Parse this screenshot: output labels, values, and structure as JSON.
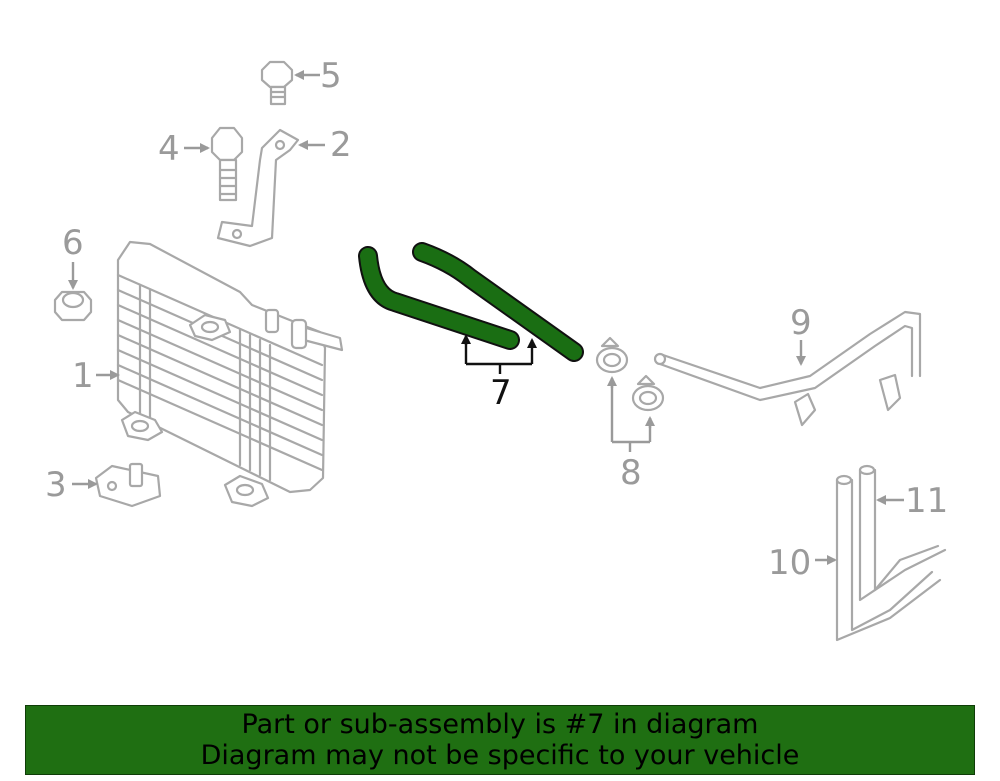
{
  "callouts": {
    "c1": "1",
    "c2": "2",
    "c3": "3",
    "c4": "4",
    "c5": "5",
    "c6": "6",
    "c7": "7",
    "c8": "8",
    "c9": "9",
    "c10": "10",
    "c11": "11"
  },
  "highlight_part": "7",
  "colors": {
    "highlight_fill": "#1a6e13",
    "banner_bg": "#1f6f12",
    "part_stroke": "#a8a8a8",
    "callout_text": "#9a9a9a"
  },
  "banner": {
    "line1": "Part or sub-assembly is #7 in diagram",
    "line2": "Diagram may not be specific to your vehicle"
  }
}
